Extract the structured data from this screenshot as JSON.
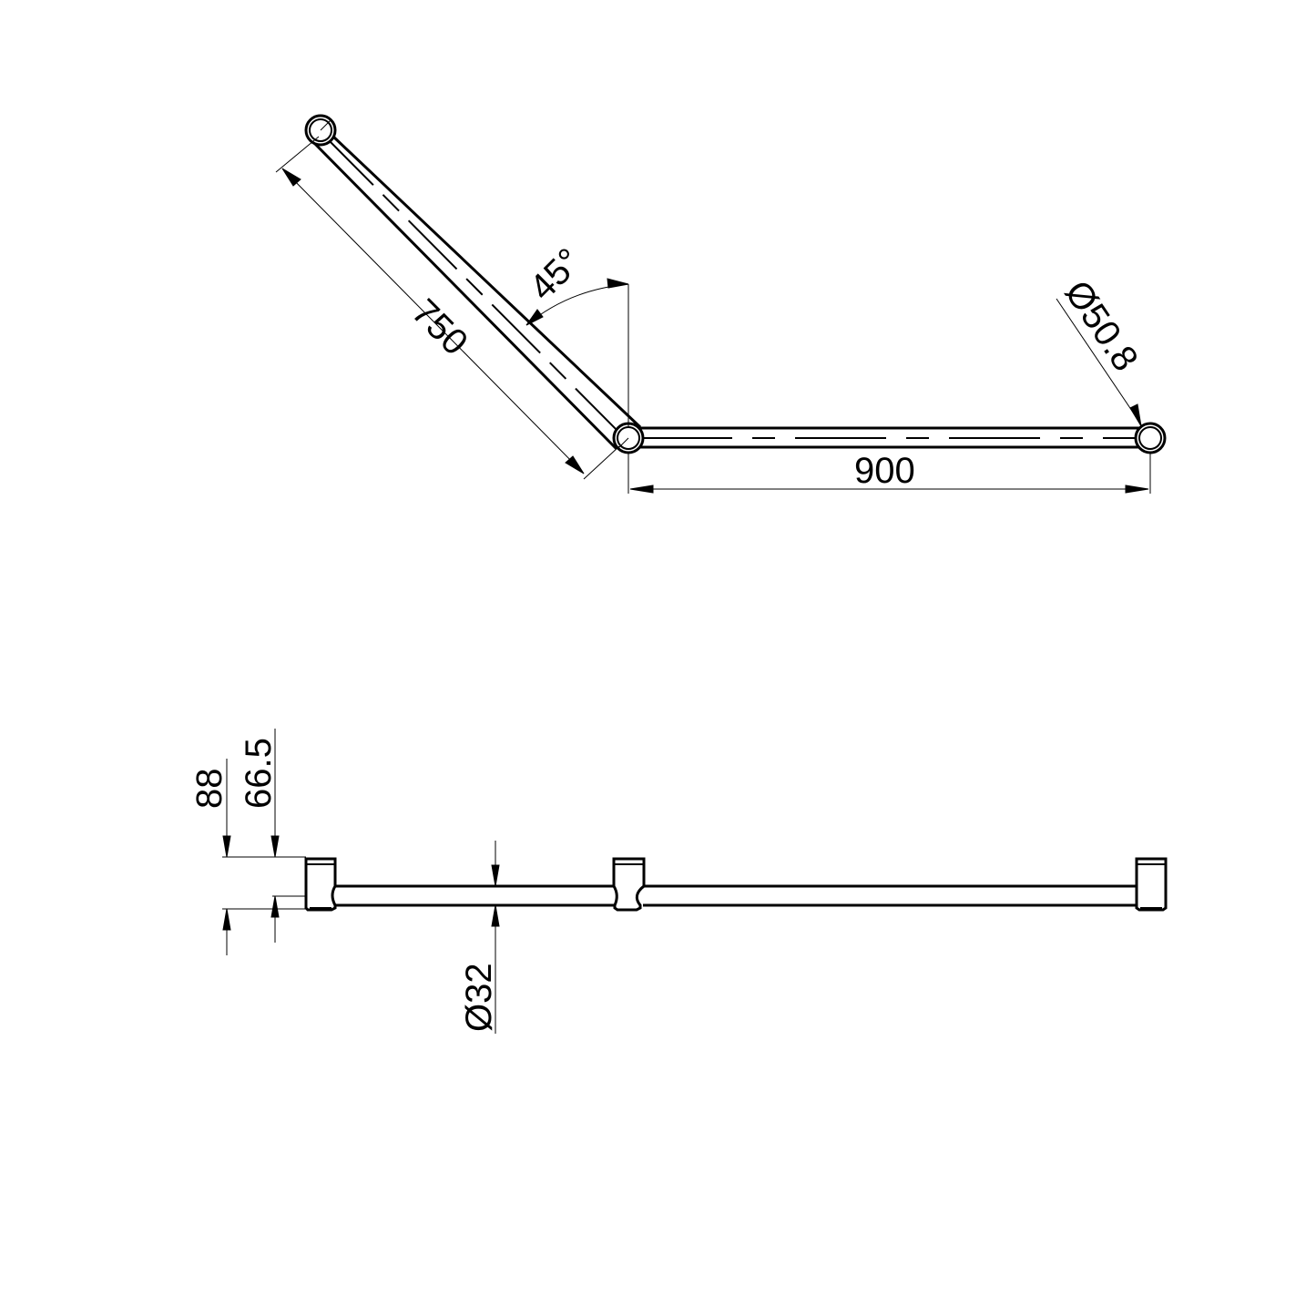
{
  "drawing": {
    "plan_view": {
      "dim_angled_length": "750",
      "dim_angle": "45°",
      "dim_straight_length": "900",
      "dim_flange_diameter": "Ø50.8"
    },
    "side_view": {
      "dim_total_height": "88",
      "dim_bar_offset": "66.5",
      "dim_bar_diameter": "Ø32"
    }
  }
}
